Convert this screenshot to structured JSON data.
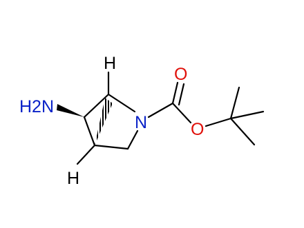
{
  "molecule": {
    "atom_labels": {
      "amine": "H2N",
      "ring_nitrogen": "N",
      "carbonyl_oxygen": "O",
      "ester_oxygen": "O",
      "bridgehead_h_top": "H",
      "bridgehead_h_bottom": "H"
    },
    "colors": {
      "bond": "#000000",
      "nitrogen": "#0a22c8",
      "oxygen": "#e0100a",
      "hydrogen": "#000000"
    }
  }
}
